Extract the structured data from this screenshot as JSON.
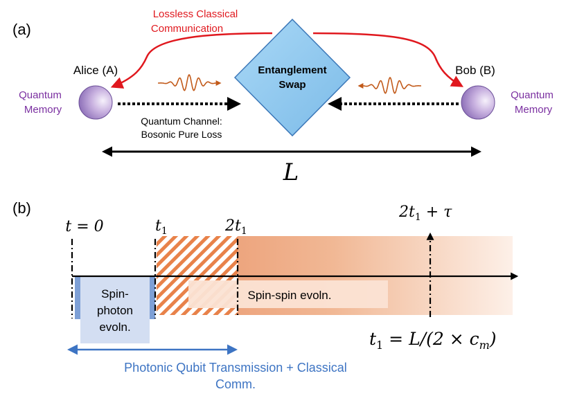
{
  "panel_a": {
    "label": "(a)",
    "classical_comm": {
      "line1": "Lossless Classical",
      "line2": "Communication"
    },
    "swap": {
      "line1": "Entanglement",
      "line2": "Swap"
    },
    "alice": {
      "name": "Alice (A)",
      "memory_line1": "Quantum",
      "memory_line2": "Memory"
    },
    "bob": {
      "name": "Bob (B)",
      "memory_line1": "Quantum",
      "memory_line2": "Memory"
    },
    "channel": {
      "line1": "Quantum Channel:",
      "line2": "Bosonic Pure Loss"
    },
    "distance_label": "L"
  },
  "panel_b": {
    "label": "(b)",
    "t0": "t = 0",
    "t1": "t",
    "t1_sub": "1",
    "two_t1": "2t",
    "two_t1_sub": "1",
    "two_t1_tau": "2t",
    "two_t1_tau_sub": "1",
    "two_t1_tau_rest": " + τ",
    "spin_photon": {
      "line1": "Spin-",
      "line2": "photon",
      "line3": "evoln."
    },
    "spin_spin": "Spin-spin evoln.",
    "formula": {
      "t": "t",
      "sub1": "1",
      "eq": " = L/(2 × c",
      "subm": "m",
      "close": ")"
    },
    "transmission": {
      "line1": "Photonic Qubit Transmission + Classical",
      "line2": "Comm."
    }
  },
  "colors": {
    "red": "#e0181e",
    "purple": "#7a2fa0",
    "blue_text": "#3d74c3",
    "diamond_fill": "#8ec8ef",
    "diamond_stroke": "#3b77b8",
    "orange": "#e8824a",
    "wave": "#c25a1a"
  }
}
